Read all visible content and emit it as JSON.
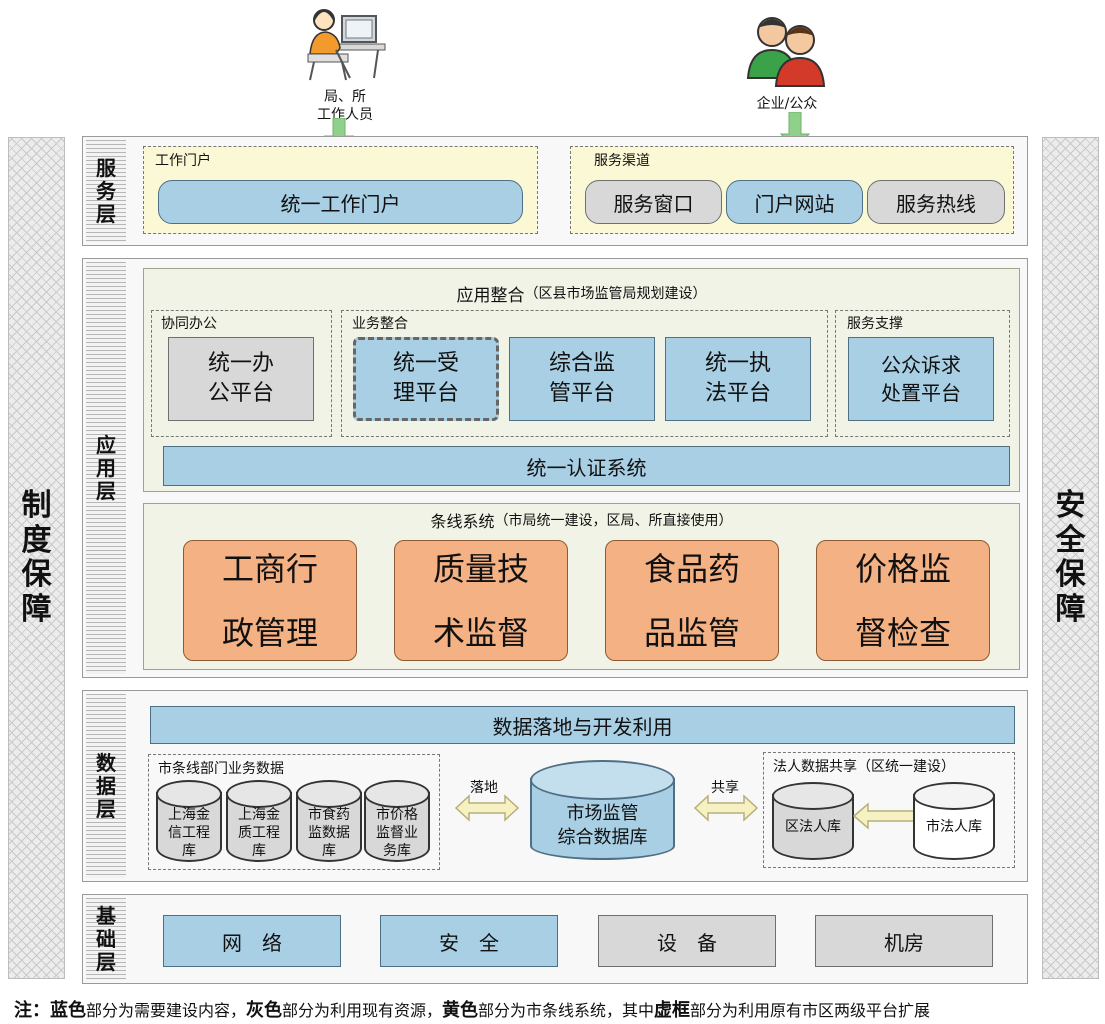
{
  "users": {
    "staff_label": [
      "局、所",
      "工作人员"
    ],
    "public_label": "企业/公众"
  },
  "side": {
    "left": [
      "制",
      "度",
      "保",
      "障"
    ],
    "right": [
      "安",
      "全",
      "保",
      "障"
    ]
  },
  "service_layer": {
    "name": [
      "服",
      "务",
      "层"
    ],
    "work_portal_title": "工作门户",
    "work_portal_item": "统一工作门户",
    "channel_title": "服务渠道",
    "channels": [
      "服务窗口",
      "门户网站",
      "服务热线"
    ]
  },
  "app_layer": {
    "name": [
      "应",
      "用",
      "层"
    ],
    "integration_title": "应用整合",
    "integration_note": "（区县市场监管局规划建设）",
    "coop_title": "协同办公",
    "coop_item": [
      "统一办",
      "公平台"
    ],
    "biz_title": "业务整合",
    "biz_items": [
      [
        "统一受",
        "理平台"
      ],
      [
        "综合监",
        "管平台"
      ],
      [
        "统一执",
        "法平台"
      ]
    ],
    "support_title": "服务支撑",
    "support_item": [
      "公众诉求",
      "处置平台"
    ],
    "auth": "统一认证系统",
    "line_title": "条线系统",
    "line_note": "（市局统一建设，区局、所直接使用）",
    "line_items": [
      [
        "工商行",
        "政管理"
      ],
      [
        "质量技",
        "术监督"
      ],
      [
        "食品药",
        "品监管"
      ],
      [
        "价格监",
        "督检查"
      ]
    ]
  },
  "data_layer": {
    "name": [
      "数",
      "据",
      "层"
    ],
    "banner": "数据落地与开发利用",
    "city_title": "市条线部门业务数据",
    "city_dbs": [
      [
        "上海金",
        "信工程",
        "库"
      ],
      [
        "上海金",
        "质工程",
        "库"
      ],
      [
        "市食药",
        "监数据",
        "库"
      ],
      [
        "市价格",
        "监督业",
        "务库"
      ]
    ],
    "land_label": "落地",
    "center_db": [
      "市场监管",
      "综合数据库"
    ],
    "share_label": "共享",
    "legal_title": "法人数据共享（区统一建设）",
    "district_db": "区法人库",
    "city_db": "市法人库"
  },
  "base_layer": {
    "name": [
      "基",
      "础",
      "层"
    ],
    "items": [
      "网　络",
      "安　全",
      "设　备",
      "机房"
    ]
  },
  "note": {
    "prefix": "注：",
    "blue": "蓝色",
    "t1": "部分为需要建设内容，",
    "gray": "灰色",
    "t2": "部分为利用现有资源，",
    "yellow": "黄色",
    "t3": "部分为市条线系统，其中",
    "dashed": "虚框",
    "t4": "部分为利用原有市区两级平台扩展"
  }
}
